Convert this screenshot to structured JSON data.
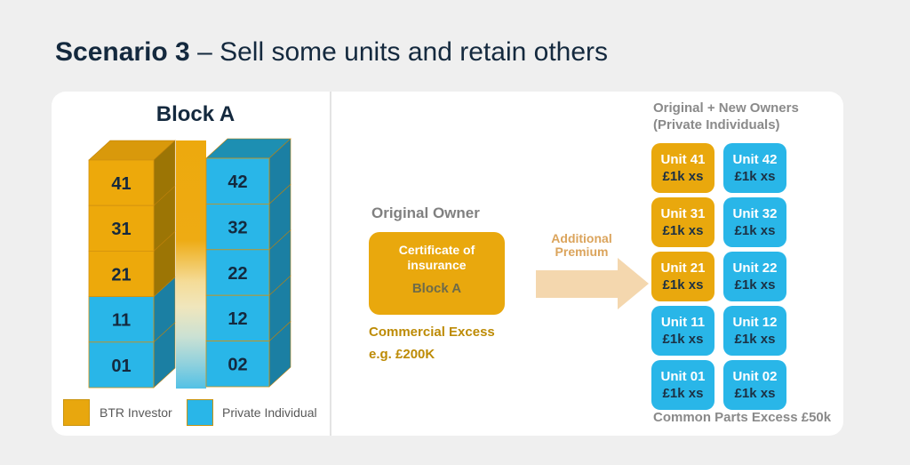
{
  "title": {
    "prefix": "Scenario 3",
    "suffix": " – Sell some units and retain others"
  },
  "block_a": {
    "heading": "Block A",
    "left_top_color": "#d9990b",
    "right_top_color": "#1d8fb2",
    "left_tower": [
      {
        "label": "41",
        "front": "#eda90b",
        "side": "#9c7505"
      },
      {
        "label": "31",
        "front": "#eda90b",
        "side": "#9c7505"
      },
      {
        "label": "21",
        "front": "#eda90b",
        "side": "#9c7505"
      },
      {
        "label": "11",
        "front": "#29b6e8",
        "side": "#1b7fa3"
      },
      {
        "label": "01",
        "front": "#29b6e8",
        "side": "#1b7fa3"
      }
    ],
    "right_tower": [
      {
        "label": "42",
        "front": "#29b6e8",
        "side": "#1b7fa3"
      },
      {
        "label": "32",
        "front": "#29b6e8",
        "side": "#1b7fa3"
      },
      {
        "label": "22",
        "front": "#29b6e8",
        "side": "#1b7fa3"
      },
      {
        "label": "12",
        "front": "#29b6e8",
        "side": "#1b7fa3"
      },
      {
        "label": "02",
        "front": "#29b6e8",
        "side": "#1b7fa3"
      }
    ],
    "legend": [
      {
        "label": "BTR Investor",
        "color": "#e8a70e"
      },
      {
        "label": "Private Individual",
        "color": "#29b6e8"
      }
    ]
  },
  "original_owner": {
    "heading": "Original Owner",
    "certificate_title": "Certificate of insurance",
    "certificate_subtitle": "Block A",
    "excess_line1": "Commercial Excess",
    "excess_line2": "e.g. £200K"
  },
  "premium_arrow": {
    "label_line1": "Additional",
    "label_line2": "Premium"
  },
  "new_owners": {
    "heading_line1": "Original + New Owners",
    "heading_line2": "(Private Individuals)",
    "units": [
      {
        "name": "Unit 41",
        "excess": "£1k xs",
        "color": "#e9a80d"
      },
      {
        "name": "Unit 42",
        "excess": "£1k xs",
        "color": "#29b6e8"
      },
      {
        "name": "Unit 31",
        "excess": "£1k xs",
        "color": "#e9a80d"
      },
      {
        "name": "Unit 32",
        "excess": "£1k xs",
        "color": "#29b6e8"
      },
      {
        "name": "Unit 21",
        "excess": "£1k xs",
        "color": "#e9a80d"
      },
      {
        "name": "Unit 22",
        "excess": "£1k xs",
        "color": "#29b6e8"
      },
      {
        "name": "Unit 11",
        "excess": "£1k xs",
        "color": "#29b6e8"
      },
      {
        "name": "Unit 12",
        "excess": "£1k xs",
        "color": "#29b6e8"
      },
      {
        "name": "Unit 01",
        "excess": "£1k xs",
        "color": "#29b6e8"
      },
      {
        "name": "Unit 02",
        "excess": "£1k xs",
        "color": "#29b6e8"
      }
    ],
    "footer": "Common Parts Excess £50k"
  }
}
